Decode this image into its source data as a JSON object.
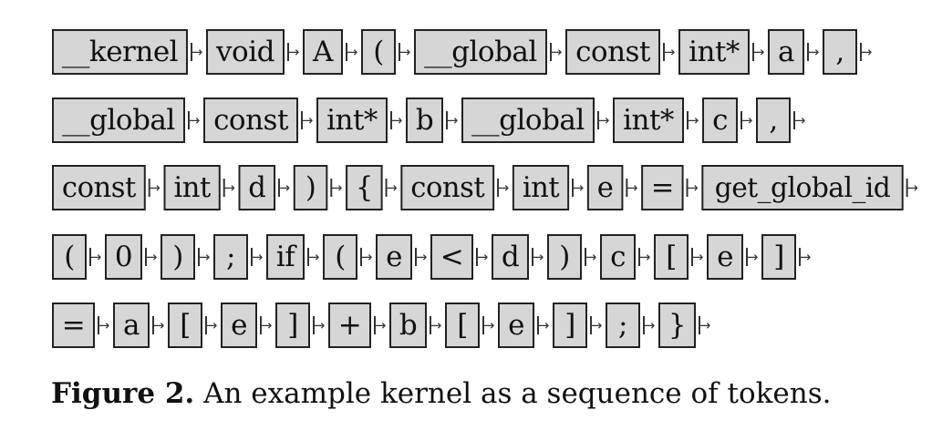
{
  "figure": {
    "caption_label": "Figure 2.",
    "caption_text": " An example kernel as a sequence of tokens.",
    "arrow_glyph": "→",
    "token_fill": "#d6d6d6",
    "token_border": "#222222",
    "rows": [
      [
        "__kernel",
        "void",
        "A",
        "(",
        "__global",
        "const",
        "int*",
        "a",
        ","
      ],
      [
        "__global",
        "const",
        "int*",
        "b",
        "__global",
        "int*",
        "c",
        ","
      ],
      [
        "const",
        "int",
        "d",
        ")",
        "{",
        "const",
        "int",
        "e",
        "=",
        "get_global_id"
      ],
      [
        "(",
        "0",
        ")",
        ";",
        "if",
        "(",
        "e",
        "<",
        "d",
        ")",
        "c",
        "[",
        "e",
        "]"
      ],
      [
        "=",
        "a",
        "[",
        "e",
        "]",
        "+",
        "b",
        "[",
        "e",
        "]",
        ";",
        "}"
      ]
    ]
  }
}
